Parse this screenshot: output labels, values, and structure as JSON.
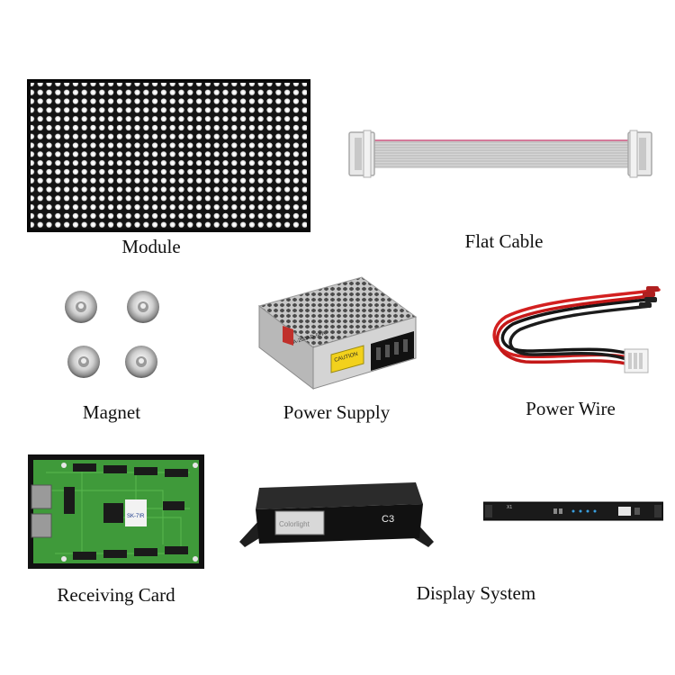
{
  "products": [
    {
      "id": "module",
      "caption": "Module"
    },
    {
      "id": "flat_cable",
      "caption": "Flat Cable"
    },
    {
      "id": "magnet",
      "caption": "Magnet"
    },
    {
      "id": "power_supply",
      "caption": "Power Supply"
    },
    {
      "id": "power_wire",
      "caption": "Power Wire"
    },
    {
      "id": "receiving_card",
      "caption": "Receiving Card"
    },
    {
      "id": "display_system",
      "caption": "Display System"
    }
  ],
  "device_labels": {
    "display_box_model": "C3",
    "display_box_brand": "Colorlight",
    "power_supply_warning": "CAUTION",
    "power_supply_brand": "A-200AD-5PA",
    "card_chip": "SK-7!R",
    "rack_model": "X1"
  }
}
